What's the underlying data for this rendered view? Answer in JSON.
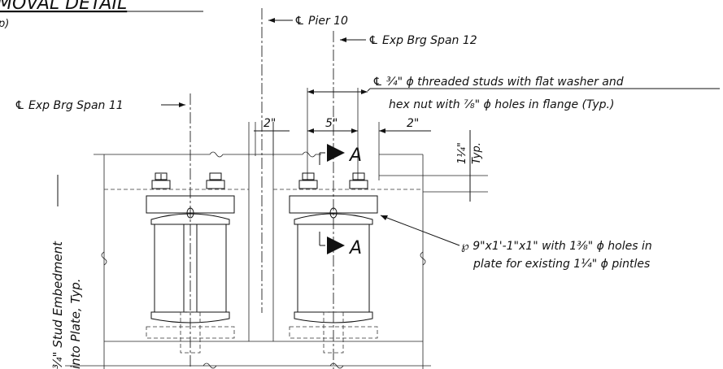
{
  "title": "MOVAL DETAIL",
  "subtitle": "p)",
  "labels": {
    "pier": "℄ Pier 10",
    "exp_span12": "℄ Exp Brg Span 12",
    "exp_span11": "℄ Exp Brg Span 11",
    "studs_line1": "℄ ¾\" ϕ threaded studs with flat washer and",
    "studs_line2": "hex nut with ⅞\" ϕ holes in flange (Typ.)",
    "plate_line1": "℘ 9\"x1'-1\"x1\" with 1⅜\" ϕ holes in",
    "plate_line2": "plate for existing 1¼\" ϕ pintles",
    "stud_embed_1": "¾\" Stud Embedment",
    "stud_embed_2": "into Plate, Typ.",
    "typ": "Typ.",
    "dim_gap": "2\"",
    "dim_5": "5\"",
    "dim_2_right": "2\"",
    "dim_114": "1¼\"",
    "section_top": "A",
    "section_mid": "A"
  },
  "colors": {
    "ink": "#111111",
    "background": "#ffffff"
  }
}
